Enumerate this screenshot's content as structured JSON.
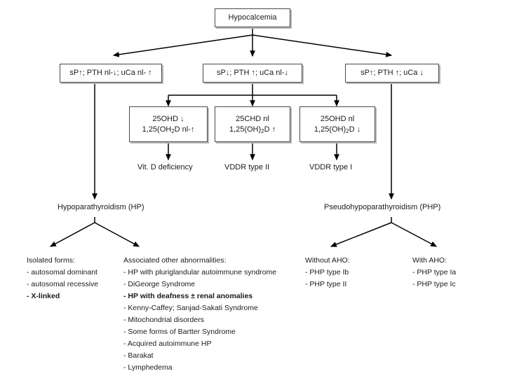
{
  "diagram": {
    "title": "Hypocalcemia",
    "root": {
      "label": "Hypocalcemia"
    },
    "tier1": [
      {
        "label": "sP↑; PTH nl-↓; uCa nl- ↑"
      },
      {
        "label": "sP↓; PTH ↑; uCa nl-↓"
      },
      {
        "label": "sP↑; PTH ↑; uCa ↓"
      }
    ],
    "tier2": [
      {
        "line1": "25OHD ↓",
        "line2_pre": "1,25(OH",
        "line2_sub": "2",
        "line2_post": "D nl-↑"
      },
      {
        "line1": "25CHD nl",
        "line2_pre": "1,25(OH)",
        "line2_sub": "2",
        "line2_post": "D ↑"
      },
      {
        "line1": "25OHD nl",
        "line2_pre": "1,25(OH)",
        "line2_sub": "2",
        "line2_post": "D ↓"
      }
    ],
    "tier2_diagnoses": [
      {
        "label": "Vit. D deficiency"
      },
      {
        "label": "VDDR type II"
      },
      {
        "label": "VDDR type I"
      }
    ],
    "tier3": [
      {
        "label": "Hypoparathyroidism (HP)"
      },
      {
        "label": "Pseudohypoparathyroidism (PHP)"
      }
    ],
    "columns": {
      "isolated": {
        "title": "Isolated forms:",
        "items": [
          {
            "text": "- autosomal dominant",
            "bold": false
          },
          {
            "text": "- autosomal recessive",
            "bold": false
          },
          {
            "text": "- X-linked",
            "bold": true
          }
        ]
      },
      "associated": {
        "title": "Associated other abnormalities:",
        "items": [
          {
            "text": "- HP with pluriglandular autoimmune syndrome",
            "bold": false
          },
          {
            "text": "- DiGeorge Syndrome",
            "bold": false
          },
          {
            "text": "- HP with deafness ± renal anomalies",
            "bold": true
          },
          {
            "text": "- Kenny-Caffey; Sanjad-Sakati Syndrome",
            "bold": false
          },
          {
            "text": "- Mitochondrial disorders",
            "bold": false
          },
          {
            "text": "- Some forms of Bartter Syndrome",
            "bold": false
          },
          {
            "text": "- Acquired autoimmune HP",
            "bold": false
          },
          {
            "text": "- Barakat",
            "bold": false
          },
          {
            "text": "- Lymphedema",
            "bold": false
          }
        ]
      },
      "without_aho": {
        "title": "Without AHO:",
        "items": [
          {
            "text": "- PHP type Ib",
            "bold": false
          },
          {
            "text": "- PHP type II",
            "bold": false
          }
        ]
      },
      "with_aho": {
        "title": "With AHO:",
        "items": [
          {
            "text": "- PHP type Ia",
            "bold": false
          },
          {
            "text": "- PHP type Ic",
            "bold": false
          }
        ]
      }
    },
    "colors": {
      "stroke": "#000000",
      "box_border": "#4a4a4a",
      "box_shadow": "#b8b8b8",
      "text": "#1a1a1a",
      "background": "#ffffff"
    }
  }
}
